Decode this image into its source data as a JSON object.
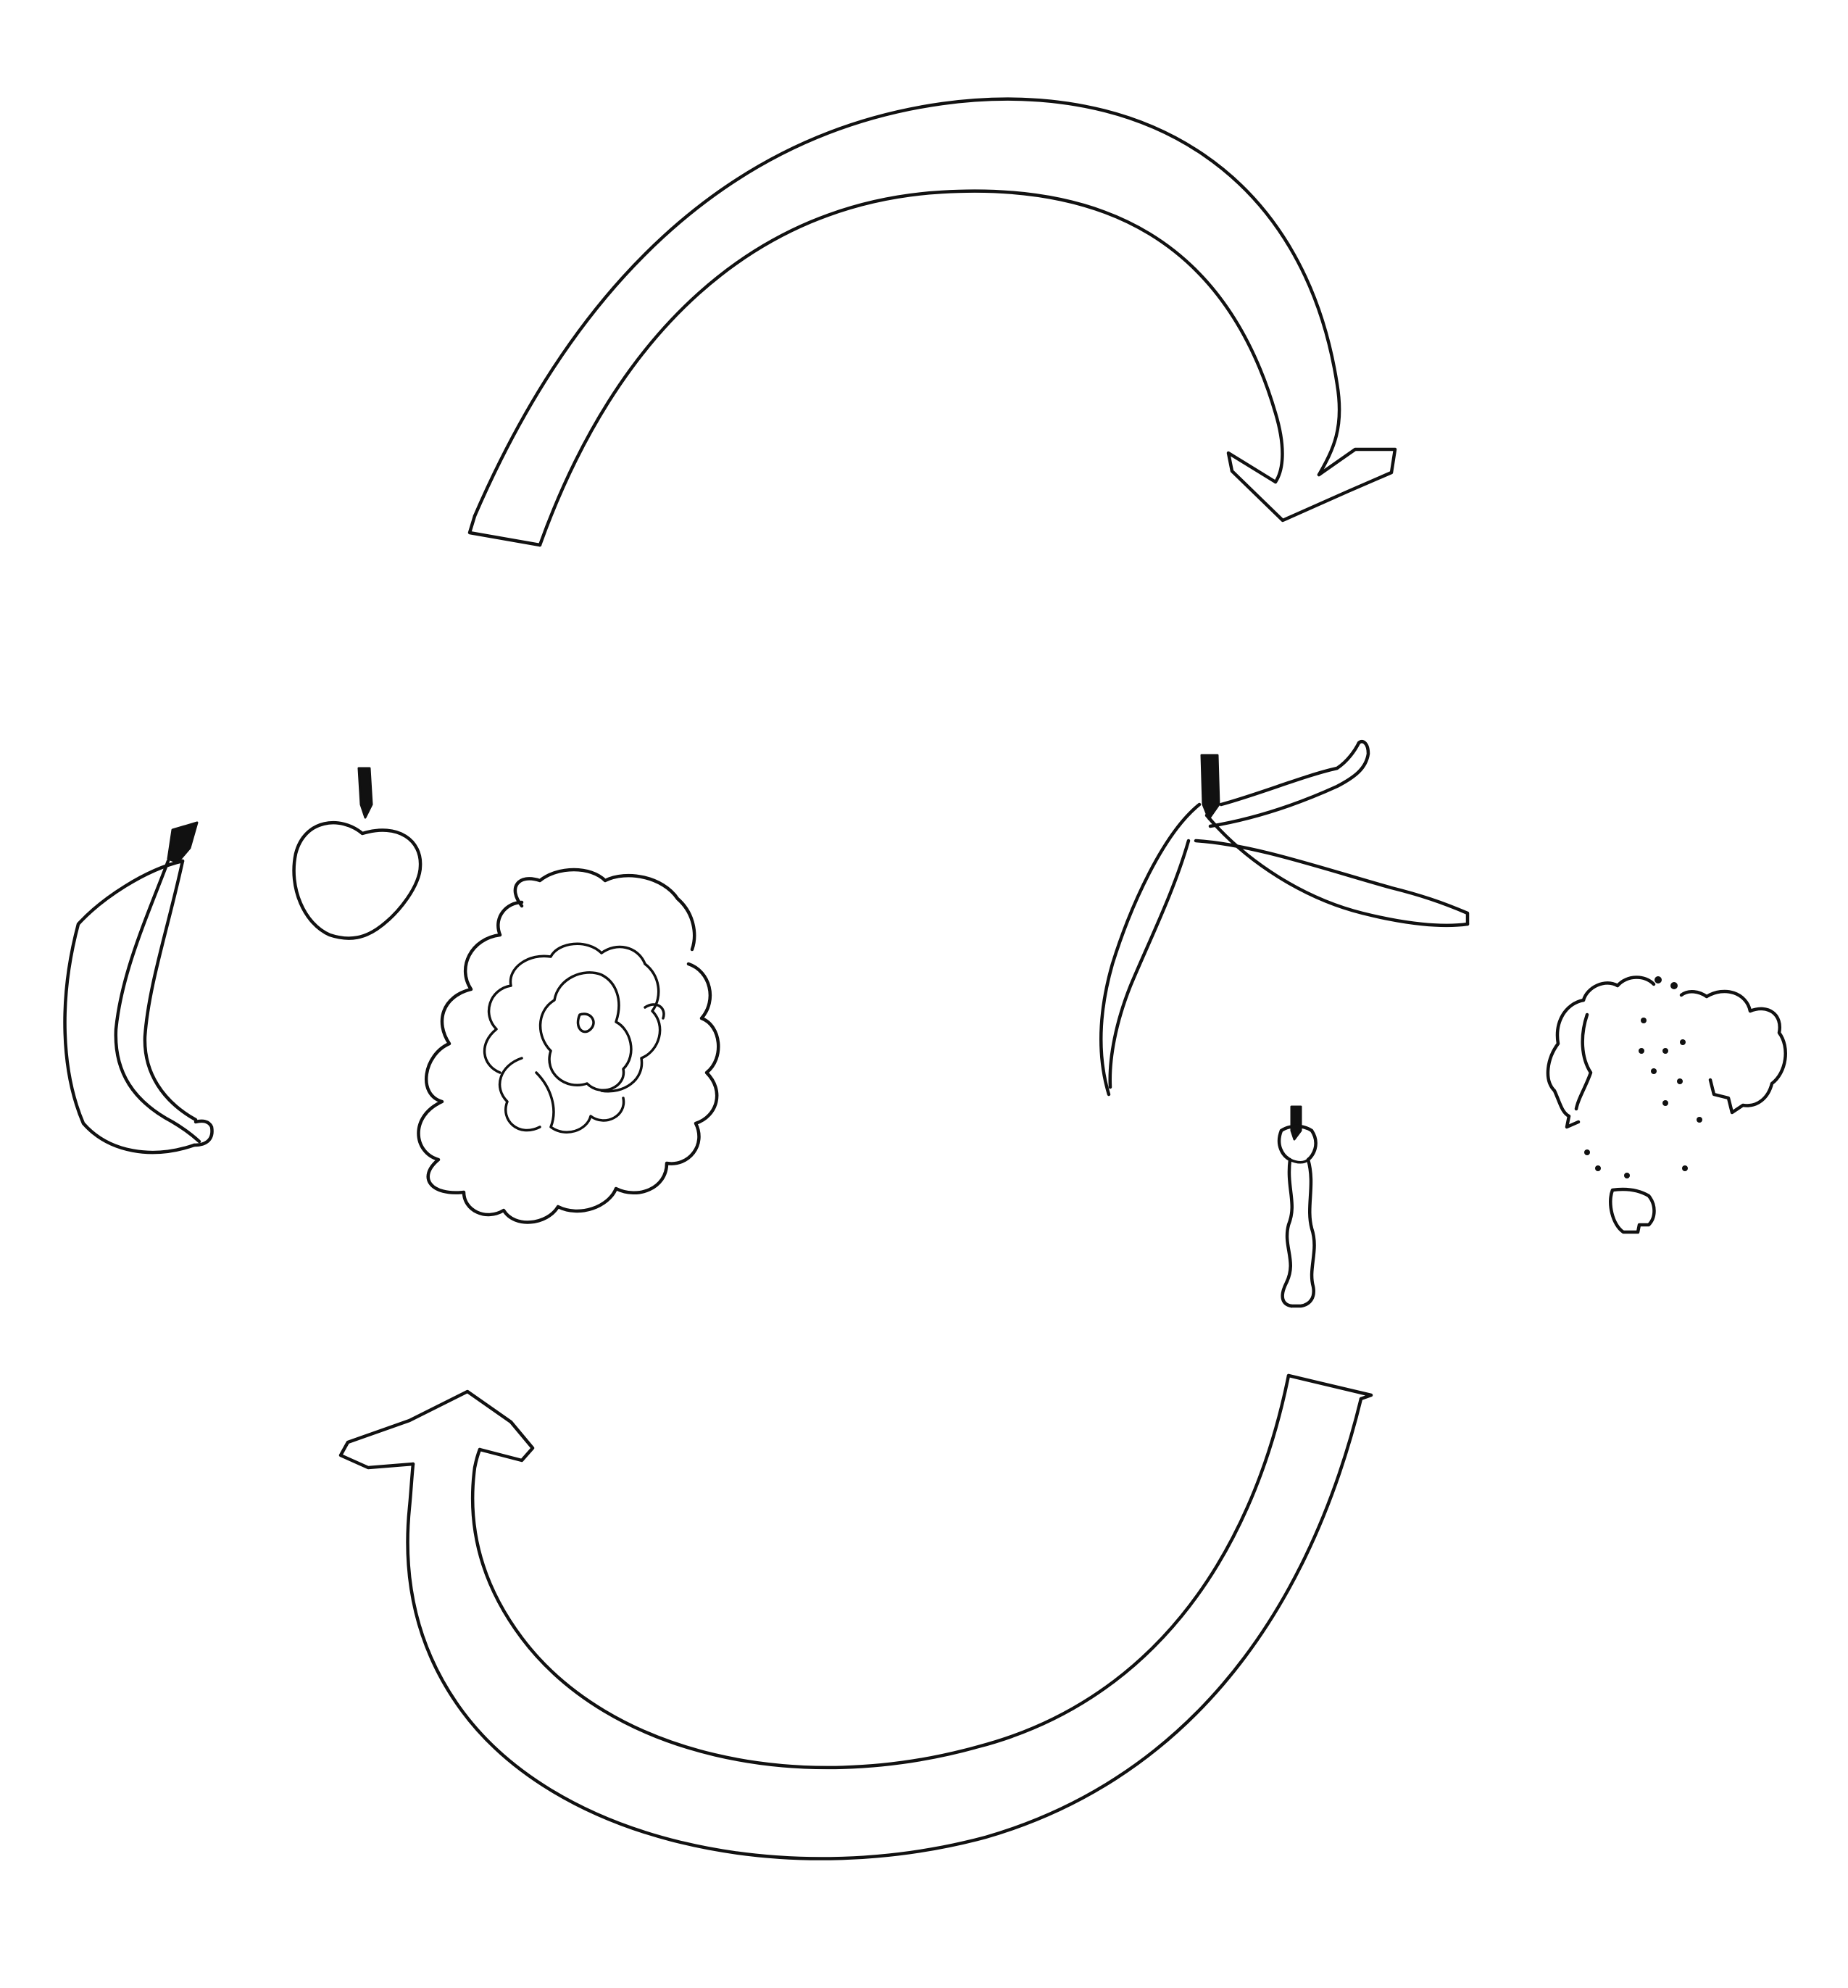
{
  "diagram": {
    "type": "cycle",
    "colors": {
      "background": "#ffffff",
      "ink": "#111111"
    },
    "stages": [
      {
        "id": "fresh-food",
        "icons": [
          "banana-icon",
          "apple-icon",
          "lettuce-icon"
        ]
      },
      {
        "id": "food-waste",
        "icons": [
          "banana-peel-icon",
          "apple-core-icon",
          "wilted-broccoli-icon"
        ]
      }
    ],
    "arrows": [
      {
        "id": "top-arrow",
        "from": "fresh-food",
        "to": "food-waste",
        "direction": "clockwise"
      },
      {
        "id": "bottom-arrow",
        "from": "food-waste",
        "to": "fresh-food",
        "direction": "clockwise"
      }
    ]
  }
}
